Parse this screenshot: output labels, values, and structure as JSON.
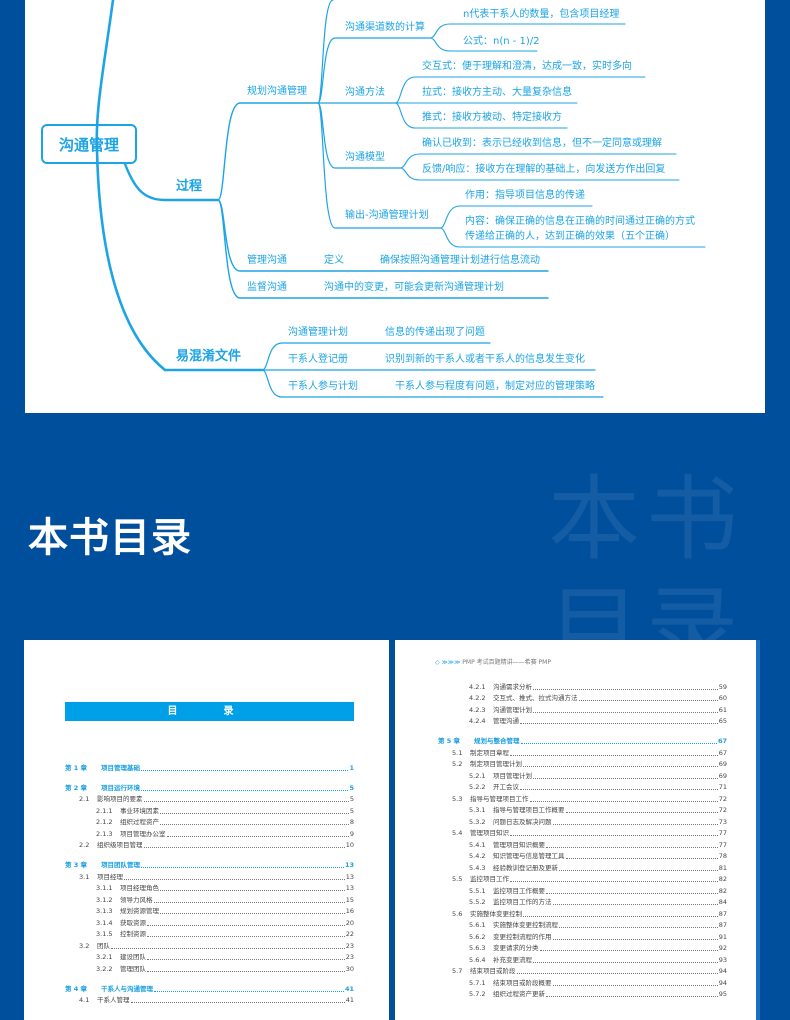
{
  "mindmap": {
    "root": "沟通管理",
    "process": "过程",
    "confusing_docs": "易混淆文件",
    "plan_comm": "规划沟通管理",
    "channels": "沟通渠道数的计算",
    "channels_n": "n代表干系人的数量，包含项目经理",
    "channels_formula": "公式：n(n - 1)/2",
    "methods": "沟通方法",
    "method_interactive": "交互式：便于理解和澄清，达成一致，实时多向",
    "method_pull": "拉式：接收方主动、大量复杂信息",
    "method_push": "推式：接收方被动、特定接收方",
    "model": "沟通模型",
    "model_ack": "确认已收到：表示已经收到信息，但不一定同意或理解",
    "model_feedback": "反馈/响应：接收方在理解的基础上，向发送方作出回复",
    "output": "输出-沟通管理计划",
    "output_role": "作用：指导项目信息的传递",
    "output_content_1": "内容：确保正确的信息在正确的时间通过正确的方式",
    "output_content_2": "传递给正确的人，达到正确的效果（五个正确）",
    "manage_comm": "管理沟通",
    "manage_def_label": "定义",
    "manage_def": "确保按照沟通管理计划进行信息流动",
    "monitor_comm": "监督沟通",
    "monitor_desc": "沟通中的变更，可能会更新沟通管理计划",
    "doc1": "沟通管理计划",
    "doc1_desc": "信息的传递出现了问题",
    "doc2": "干系人登记册",
    "doc2_desc": "识别到新的干系人或者干系人的信息发生变化",
    "doc3": "干系人参与计划",
    "doc3_desc": "干系人参与程度有问题，制定对应的管理策略"
  },
  "section_title": "本书目录",
  "watermark": "本书目录",
  "left_page": {
    "heading": "目　录",
    "entries": [
      {
        "level": 0,
        "num": "第 1 章",
        "title": "项目管理基础",
        "page": "1"
      },
      {
        "level": 0,
        "num": "第 2 章",
        "title": "项目运行环境",
        "page": "5"
      },
      {
        "level": 1,
        "num": "2.1",
        "title": "影响项目的要素",
        "page": "5"
      },
      {
        "level": 2,
        "num": "2.1.1",
        "title": "事业环境因素",
        "page": "5"
      },
      {
        "level": 2,
        "num": "2.1.2",
        "title": "组织过程资产",
        "page": "8"
      },
      {
        "level": 2,
        "num": "2.1.3",
        "title": "项目管理办公室",
        "page": "9"
      },
      {
        "level": 1,
        "num": "2.2",
        "title": "组织级项目管理",
        "page": "10"
      },
      {
        "level": 0,
        "num": "第 3 章",
        "title": "项目团队管理",
        "page": "13"
      },
      {
        "level": 1,
        "num": "3.1",
        "title": "项目经理",
        "page": "13"
      },
      {
        "level": 2,
        "num": "3.1.1",
        "title": "项目经理角色",
        "page": "13"
      },
      {
        "level": 2,
        "num": "3.1.2",
        "title": "领导力风格",
        "page": "15"
      },
      {
        "level": 2,
        "num": "3.1.3",
        "title": "规划资源管理",
        "page": "16"
      },
      {
        "level": 2,
        "num": "3.1.4",
        "title": "获取资源",
        "page": "20"
      },
      {
        "level": 2,
        "num": "3.1.5",
        "title": "控制资源",
        "page": "22"
      },
      {
        "level": 1,
        "num": "3.2",
        "title": "团队",
        "page": "23"
      },
      {
        "level": 2,
        "num": "3.2.1",
        "title": "建设团队",
        "page": "23"
      },
      {
        "level": 2,
        "num": "3.2.2",
        "title": "管理团队",
        "page": "30"
      },
      {
        "level": 0,
        "num": "第 4 章",
        "title": "干系人与沟通管理",
        "page": "41"
      },
      {
        "level": 1,
        "num": "4.1",
        "title": "干系人管理",
        "page": "41"
      }
    ]
  },
  "right_page": {
    "running_head": "PMP 考试百题精讲——希赛 PMP",
    "running_head_icon": "◇ ≫≫≫",
    "entries": [
      {
        "level": 2,
        "num": "4.2.1",
        "title": "沟通需求分析",
        "page": "59"
      },
      {
        "level": 2,
        "num": "4.2.2",
        "title": "交互式、推式、拉式沟通方法",
        "page": "60"
      },
      {
        "level": 2,
        "num": "4.2.3",
        "title": "沟通管理计划",
        "page": "61"
      },
      {
        "level": 2,
        "num": "4.2.4",
        "title": "管理沟通",
        "page": "65"
      },
      {
        "level": 0,
        "num": "第 5 章",
        "title": "规划与整合管理",
        "page": "67"
      },
      {
        "level": 1,
        "num": "5.1",
        "title": "制定项目章程",
        "page": "67"
      },
      {
        "level": 1,
        "num": "5.2",
        "title": "制定项目管理计划",
        "page": "69"
      },
      {
        "level": 2,
        "num": "5.2.1",
        "title": "项目管理计划",
        "page": "69"
      },
      {
        "level": 2,
        "num": "5.2.2",
        "title": "开工会议",
        "page": "71"
      },
      {
        "level": 1,
        "num": "5.3",
        "title": "指导与管理项目工作",
        "page": "72"
      },
      {
        "level": 2,
        "num": "5.3.1",
        "title": "指导与管理项目工作概要",
        "page": "72"
      },
      {
        "level": 2,
        "num": "5.3.2",
        "title": "问题日志及解决问题",
        "page": "73"
      },
      {
        "level": 1,
        "num": "5.4",
        "title": "管理项目知识",
        "page": "77"
      },
      {
        "level": 2,
        "num": "5.4.1",
        "title": "管理项目知识概要",
        "page": "77"
      },
      {
        "level": 2,
        "num": "5.4.2",
        "title": "知识管理与信息管理工具",
        "page": "78"
      },
      {
        "level": 2,
        "num": "5.4.3",
        "title": "经验教训登记册及更新",
        "page": "81"
      },
      {
        "level": 1,
        "num": "5.5",
        "title": "监控项目工作",
        "page": "82"
      },
      {
        "level": 2,
        "num": "5.5.1",
        "title": "监控项目工作概要",
        "page": "82"
      },
      {
        "level": 2,
        "num": "5.5.2",
        "title": "监控项目工作的方法",
        "page": "84"
      },
      {
        "level": 1,
        "num": "5.6",
        "title": "实施整体变更控制",
        "page": "87"
      },
      {
        "level": 2,
        "num": "5.6.1",
        "title": "实施整体变更控制流程",
        "page": "87"
      },
      {
        "level": 2,
        "num": "5.6.2",
        "title": "变更控制流程的作用",
        "page": "91"
      },
      {
        "level": 2,
        "num": "5.6.3",
        "title": "变更请求的分类",
        "page": "92"
      },
      {
        "level": 2,
        "num": "5.6.4",
        "title": "补充变更流程",
        "page": "93"
      },
      {
        "level": 1,
        "num": "5.7",
        "title": "结束项目或阶段",
        "page": "94"
      },
      {
        "level": 2,
        "num": "5.7.1",
        "title": "结束项目或阶段概要",
        "page": "94"
      },
      {
        "level": 2,
        "num": "5.7.2",
        "title": "组织过程资产更新",
        "page": "95"
      }
    ]
  },
  "colors": {
    "background": "#004f9d",
    "accent": "#1da4e4",
    "toc_bar": "#00a0e9"
  }
}
